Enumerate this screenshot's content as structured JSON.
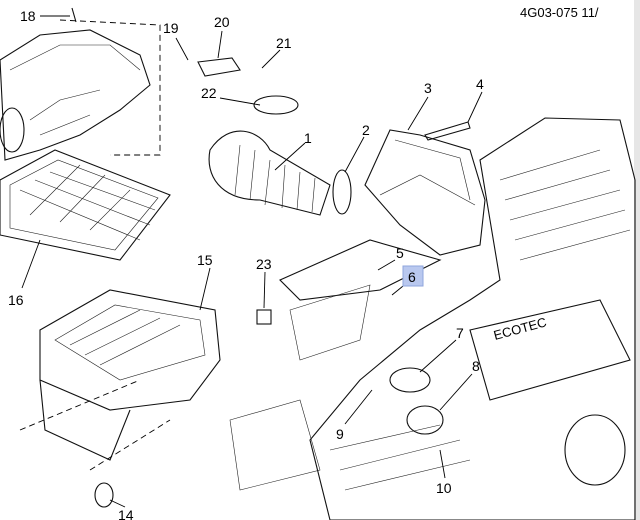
{
  "diagram": {
    "figure_code": "4G03-075  11/",
    "highlighted_callout": "6",
    "highlight_color": "#b9c8ef",
    "callouts": {
      "c1": "1",
      "c2": "2",
      "c3": "3",
      "c4": "4",
      "c5": "5",
      "c6": "6",
      "c7": "7",
      "c8": "8",
      "c9": "9",
      "c10": "10",
      "c14": "14",
      "c15": "15",
      "c16": "16",
      "c18": "18",
      "c19": "19",
      "c20": "20",
      "c21": "21",
      "c22": "22",
      "c23": "23"
    }
  }
}
